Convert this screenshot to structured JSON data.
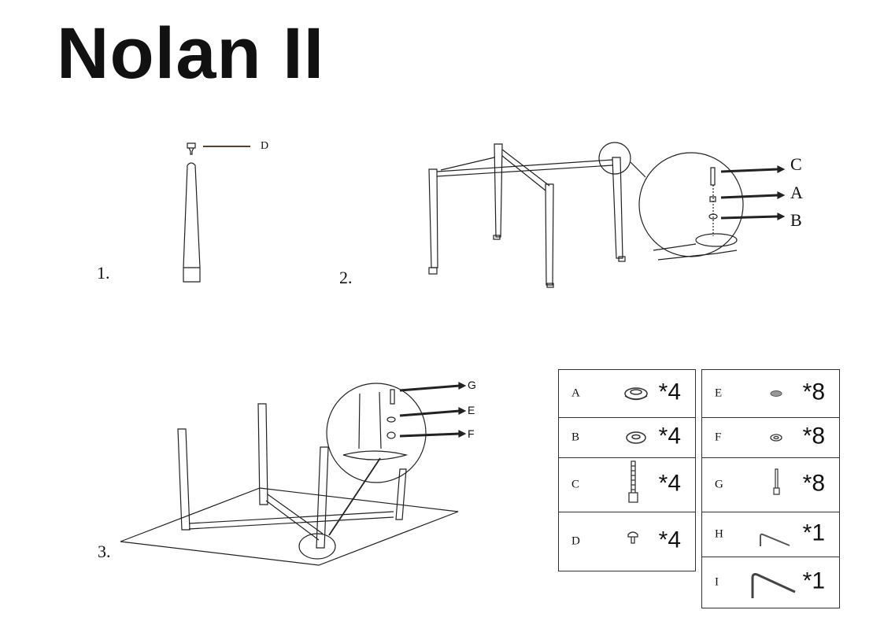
{
  "title": "Nolan II",
  "steps": [
    {
      "number": "1.",
      "callouts": [
        "D"
      ]
    },
    {
      "number": "2.",
      "callouts": [
        "C",
        "A",
        "B"
      ]
    },
    {
      "number": "3.",
      "callouts": [
        "G",
        "E",
        "F"
      ]
    }
  ],
  "parts_left": [
    {
      "letter": "A",
      "qty": "*4",
      "icon": "spring-washer"
    },
    {
      "letter": "B",
      "qty": "*4",
      "icon": "flat-washer"
    },
    {
      "letter": "C",
      "qty": "*4",
      "icon": "bolt"
    },
    {
      "letter": "D",
      "qty": "*4",
      "icon": "glide-foot"
    }
  ],
  "parts_right": [
    {
      "letter": "E",
      "qty": "*8",
      "icon": "spring-washer"
    },
    {
      "letter": "F",
      "qty": "*8",
      "icon": "flat-washer"
    },
    {
      "letter": "G",
      "qty": "*8",
      "icon": "bolt"
    },
    {
      "letter": "H",
      "qty": "*1",
      "icon": "allen-key"
    },
    {
      "letter": "I",
      "qty": "*1",
      "icon": "allen-key"
    }
  ]
}
